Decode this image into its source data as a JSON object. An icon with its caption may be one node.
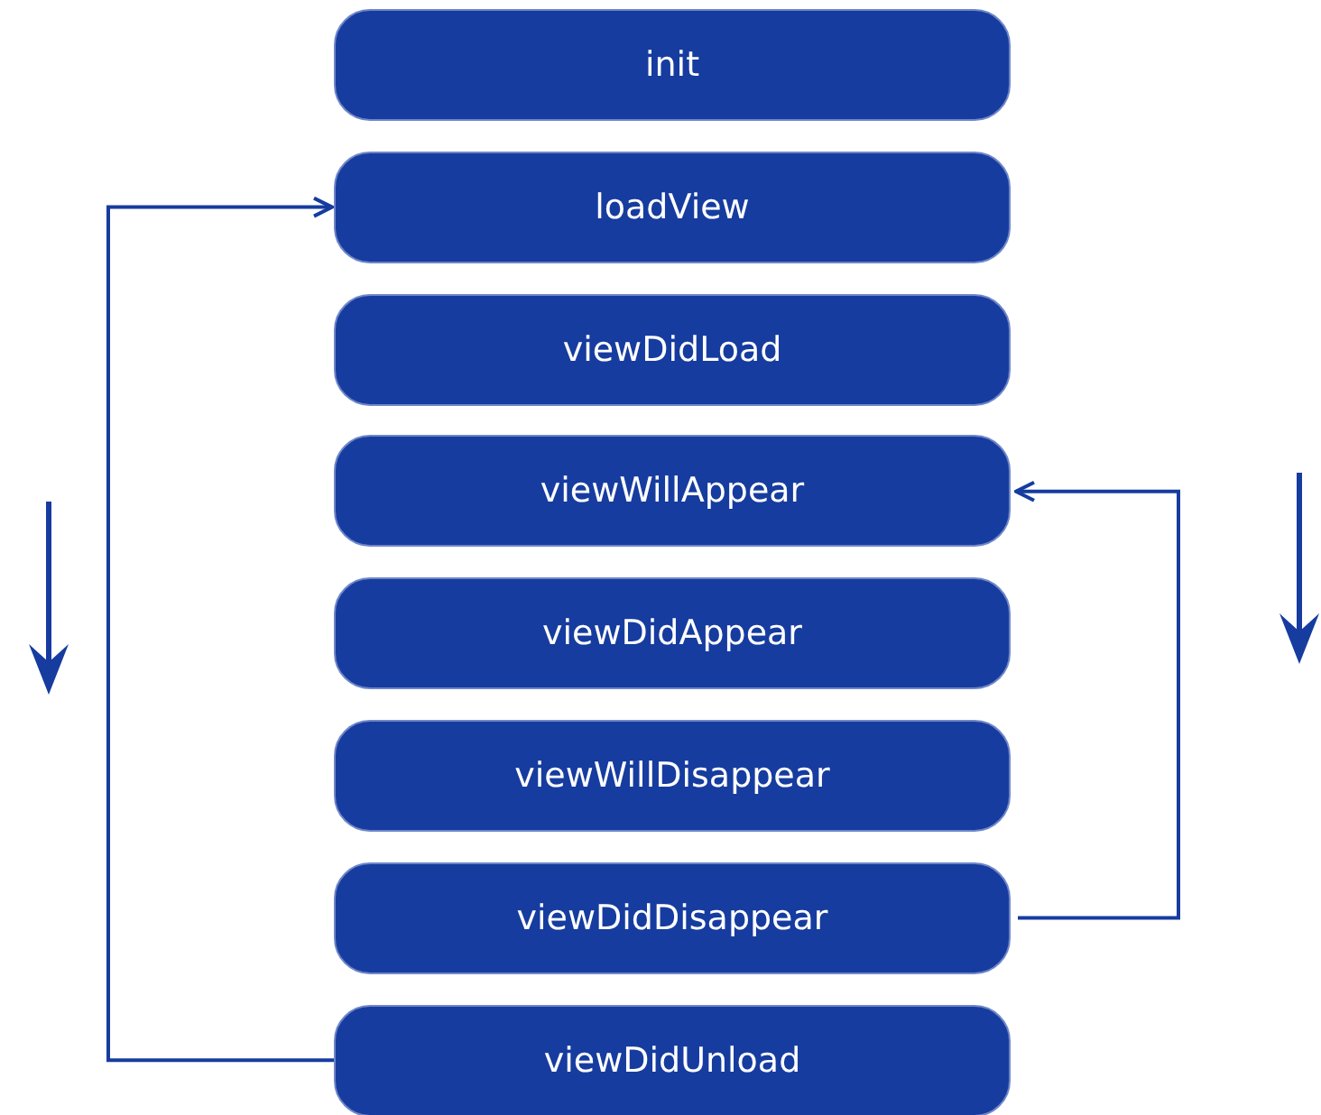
{
  "diagram": {
    "nodes": [
      {
        "text": [
          "init"
        ]
      },
      {
        "text": [
          "loadView"
        ]
      },
      {
        "text": [
          "viewDidLoad"
        ]
      },
      {
        "text": [
          "viewWillAppear"
        ]
      },
      {
        "text": [
          "viewDidAppear"
        ]
      },
      {
        "text": [
          "viewWillDisappear"
        ]
      },
      {
        "text": [
          "viewDidDisappear"
        ]
      },
      {
        "text": [
          "viewDidUnload"
        ]
      }
    ],
    "edges": [
      {
        "from": 7,
        "to": 1,
        "arrow": "to"
      },
      {
        "from": 6,
        "to": 3,
        "arrow": "to"
      }
    ]
  }
}
